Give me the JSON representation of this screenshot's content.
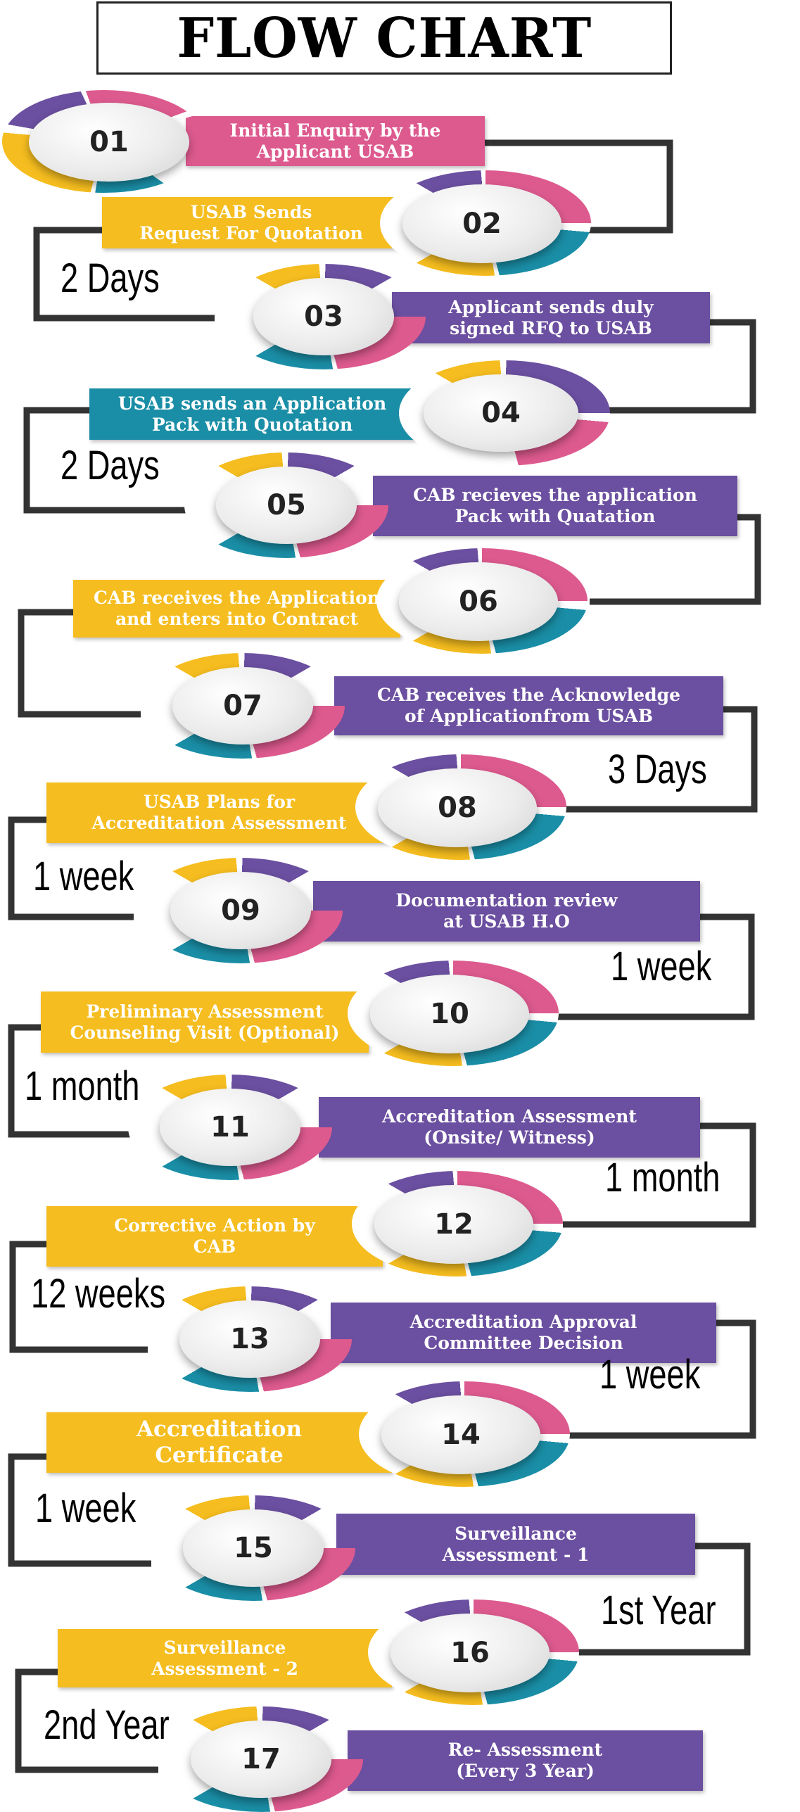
{
  "title": "FLOW CHART",
  "colors": {
    "pink": "#dd5a8e",
    "yellow": "#f5bd1f",
    "purple": "#6b4fa0",
    "teal": "#1a8ea6",
    "connector": "#333333"
  },
  "steps": [
    {
      "number": "01",
      "text": "Initial Enquiry by the\nApplicant USAB",
      "color": "pink"
    },
    {
      "number": "02",
      "text": "USAB Sends\nRequest For Quotation",
      "color": "yellow"
    },
    {
      "number": "03",
      "text": "Applicant sends duly\nsigned RFQ to USAB",
      "color": "purple"
    },
    {
      "number": "04",
      "text": "USAB sends an Application\nPack with Quotation",
      "color": "teal"
    },
    {
      "number": "05",
      "text": "CAB recieves the application\nPack with Quatation",
      "color": "purple"
    },
    {
      "number": "06",
      "text": "CAB receives the Application\nand enters into Contract",
      "color": "yellow"
    },
    {
      "number": "07",
      "text": "CAB receives the Acknowledge\nof Applicationfrom USAB",
      "color": "purple"
    },
    {
      "number": "08",
      "text": "USAB Plans for\nAccreditation Assessment",
      "color": "yellow"
    },
    {
      "number": "09",
      "text": "Documentation review\nat USAB H.O",
      "color": "purple"
    },
    {
      "number": "10",
      "text": "Preliminary Assessment\nCounseling Visit (Optional)",
      "color": "yellow"
    },
    {
      "number": "11",
      "text": "Accreditation Assessment\n(Onsite/ Witness)",
      "color": "purple"
    },
    {
      "number": "12",
      "text": "Corrective Action by\nCAB",
      "color": "yellow"
    },
    {
      "number": "13",
      "text": "Accreditation Approval\nCommittee Decision",
      "color": "purple"
    },
    {
      "number": "14",
      "text": "Accreditation\nCertificate",
      "color": "yellow"
    },
    {
      "number": "15",
      "text": "Surveillance\nAssessment - 1",
      "color": "purple"
    },
    {
      "number": "16",
      "text": "Surveillance\nAssessment - 2",
      "color": "yellow"
    },
    {
      "number": "17",
      "text": "Re- Assessment\n(Every 3 Year)",
      "color": "purple"
    }
  ],
  "durations": [
    {
      "between": "02-03",
      "label": "2 Days"
    },
    {
      "between": "04-05",
      "label": "2 Days"
    },
    {
      "between": "07-08",
      "label": "3 Days"
    },
    {
      "between": "08-09",
      "label": "1 week"
    },
    {
      "between": "09-10",
      "label": "1 week"
    },
    {
      "between": "10-11",
      "label": "1 month"
    },
    {
      "between": "11-12",
      "label": "1 month"
    },
    {
      "between": "12-13",
      "label": "12 weeks"
    },
    {
      "between": "13-14",
      "label": "1 week"
    },
    {
      "between": "14-15",
      "label": "1 week"
    },
    {
      "between": "15-16",
      "label": "1st Year"
    },
    {
      "between": "16-17",
      "label": "2nd Year"
    }
  ]
}
